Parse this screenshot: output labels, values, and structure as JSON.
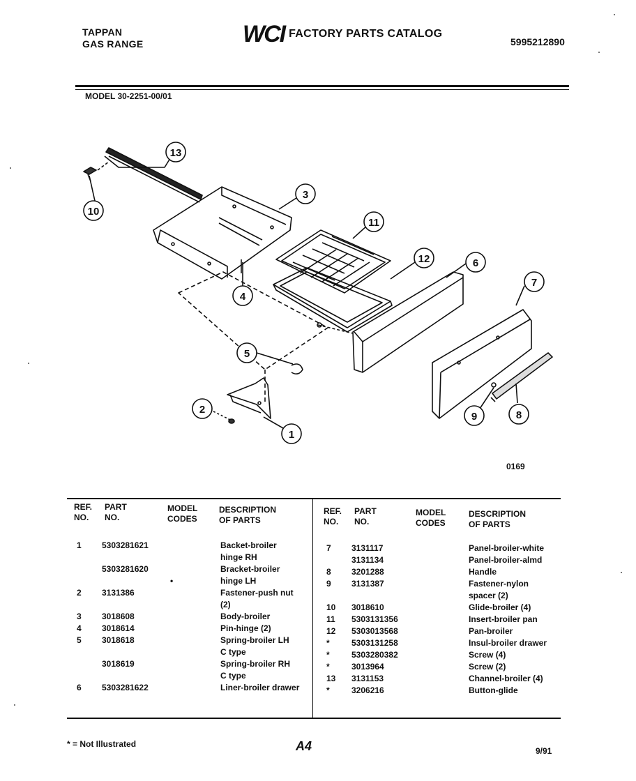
{
  "header": {
    "brand_line1": "TAPPAN",
    "brand_line2": "GAS RANGE",
    "logo": "WCI",
    "catalog_title": "FACTORY PARTS CATALOG",
    "doc_number": "5995212890",
    "model": "MODEL 30-2251-00/01"
  },
  "diagram": {
    "figure_code": "0169",
    "callouts": [
      "1",
      "2",
      "3",
      "4",
      "5",
      "6",
      "7",
      "8",
      "9",
      "10",
      "11",
      "12",
      "13"
    ]
  },
  "table": {
    "headers": {
      "ref_line1": "REF.",
      "ref_line2": "NO.",
      "part_line1": "PART",
      "part_line2": "NO.",
      "model_line1": "MODEL",
      "model_line2": "CODES",
      "desc_line1": "DESCRIPTION",
      "desc_line2": "OF PARTS"
    },
    "left_rows": [
      {
        "ref": "1",
        "part": "5303281621",
        "model": "",
        "desc": "Backet-broiler"
      },
      {
        "ref": "",
        "part": "",
        "model": "",
        "desc": "hinge RH"
      },
      {
        "ref": "",
        "part": "5303281620",
        "model": "",
        "desc": "Bracket-broiler"
      },
      {
        "ref": "",
        "part": "",
        "model": "•",
        "desc": "hinge LH"
      },
      {
        "ref": "2",
        "part": "3131386",
        "model": "",
        "desc": "Fastener-push nut"
      },
      {
        "ref": "",
        "part": "",
        "model": "",
        "desc": "(2)"
      },
      {
        "ref": "3",
        "part": "3018608",
        "model": "",
        "desc": "Body-broiler"
      },
      {
        "ref": "4",
        "part": "3018614",
        "model": "",
        "desc": "Pin-hinge (2)"
      },
      {
        "ref": "5",
        "part": "3018618",
        "model": "",
        "desc": "Spring-broiler LH"
      },
      {
        "ref": "",
        "part": "",
        "model": "",
        "desc": "C type"
      },
      {
        "ref": "",
        "part": "3018619",
        "model": "",
        "desc": "Spring-broiler RH"
      },
      {
        "ref": "",
        "part": "",
        "model": "",
        "desc": "C type"
      },
      {
        "ref": "6",
        "part": "5303281622",
        "model": "",
        "desc": "Liner-broiler drawer"
      }
    ],
    "right_rows": [
      {
        "ref": "7",
        "part": "3131117",
        "model": "",
        "desc": "Panel-broiler-white"
      },
      {
        "ref": "",
        "part": "3131134",
        "model": "",
        "desc": "Panel-broiler-almd"
      },
      {
        "ref": "8",
        "part": "3201288",
        "model": "",
        "desc": "Handle"
      },
      {
        "ref": "9",
        "part": "3131387",
        "model": "",
        "desc": "Fastener-nylon"
      },
      {
        "ref": "",
        "part": "",
        "model": "",
        "desc": "spacer (2)"
      },
      {
        "ref": "10",
        "part": "3018610",
        "model": "",
        "desc": "Glide-broiler (4)"
      },
      {
        "ref": "11",
        "part": "5303131356",
        "model": "",
        "desc": "Insert-broiler pan"
      },
      {
        "ref": "12",
        "part": "5303013568",
        "model": "",
        "desc": "Pan-broiler"
      },
      {
        "ref": "*",
        "part": "5303131258",
        "model": "",
        "desc": "Insul-broiler drawer"
      },
      {
        "ref": "*",
        "part": "5303280382",
        "model": "",
        "desc": "Screw (4)"
      },
      {
        "ref": "*",
        "part": "3013964",
        "model": "",
        "desc": "Screw (2)"
      },
      {
        "ref": "13",
        "part": "3131153",
        "model": "",
        "desc": "Channel-broiler (4)"
      },
      {
        "ref": "*",
        "part": "3206216",
        "model": "",
        "desc": "Button-glide"
      }
    ]
  },
  "footer": {
    "note": "* = Not Illustrated",
    "page": "A4",
    "date": "9/91"
  }
}
